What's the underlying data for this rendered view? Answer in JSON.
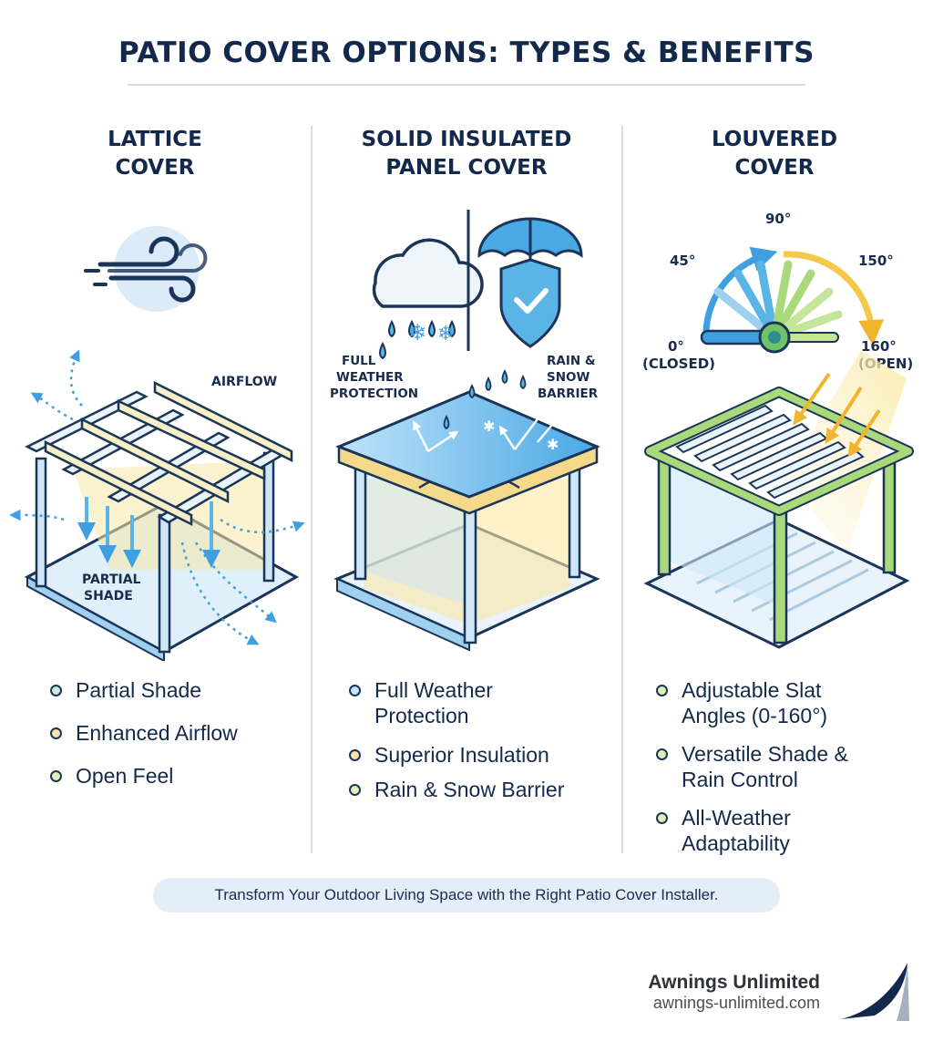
{
  "title": "PATIO COVER OPTIONS: TYPES & BENEFITS",
  "columns": [
    {
      "heading": [
        "LATTICE",
        "COVER"
      ],
      "labels": {
        "airflow": "AIRFLOW",
        "partial_shade": [
          "PARTIAL",
          "SHADE"
        ]
      },
      "bullets": [
        [
          "Partial Shade"
        ],
        [
          "Enhanced Airflow"
        ],
        [
          "Open Feel"
        ]
      ],
      "bullet_colors": [
        "#c7ecd8",
        "#f7e3a8",
        "#dff0b8"
      ]
    },
    {
      "heading": [
        "SOLID INSULATED",
        "PANEL COVER"
      ],
      "labels": {
        "full_weather": [
          "FULL",
          "WEATHER",
          "PROTECTION"
        ],
        "rain_snow": [
          "RAIN &",
          "SNOW",
          "BARRIER"
        ]
      },
      "bullets": [
        [
          "Full Weather",
          "Protection"
        ],
        [
          "Superior Insulation"
        ],
        [
          "Rain & Snow Barrier"
        ]
      ],
      "bullet_colors": [
        "#c8e3f6",
        "#f7e3a8",
        "#dff0b8"
      ]
    },
    {
      "heading": [
        "LOUVERED",
        "COVER"
      ],
      "angles": {
        "a0": [
          "0°",
          "(CLOSED)"
        ],
        "a45": "45°",
        "a90": "90°",
        "a150": "150°",
        "a160": [
          "160°",
          "(OPEN)"
        ]
      },
      "bullets": [
        [
          "Adjustable Slat",
          "Angles (0-160°)"
        ],
        [
          "Versatile Shade &",
          "Rain Control"
        ],
        [
          "All-Weather",
          "Adaptability"
        ]
      ],
      "bullet_colors": [
        "#dff0b8",
        "#dff0b8",
        "#dff0b8"
      ]
    }
  ],
  "tagline": "Transform Your Outdoor Living Space with the Right Patio Cover Installer.",
  "brand": {
    "name": "Awnings Unlimited",
    "url": "awnings-unlimited.com"
  },
  "colors": {
    "navy": "#13294b",
    "sky_blue": "#5bb4e6",
    "lime_green": "#8fce5a",
    "sun_yellow": "#f5c84a"
  }
}
